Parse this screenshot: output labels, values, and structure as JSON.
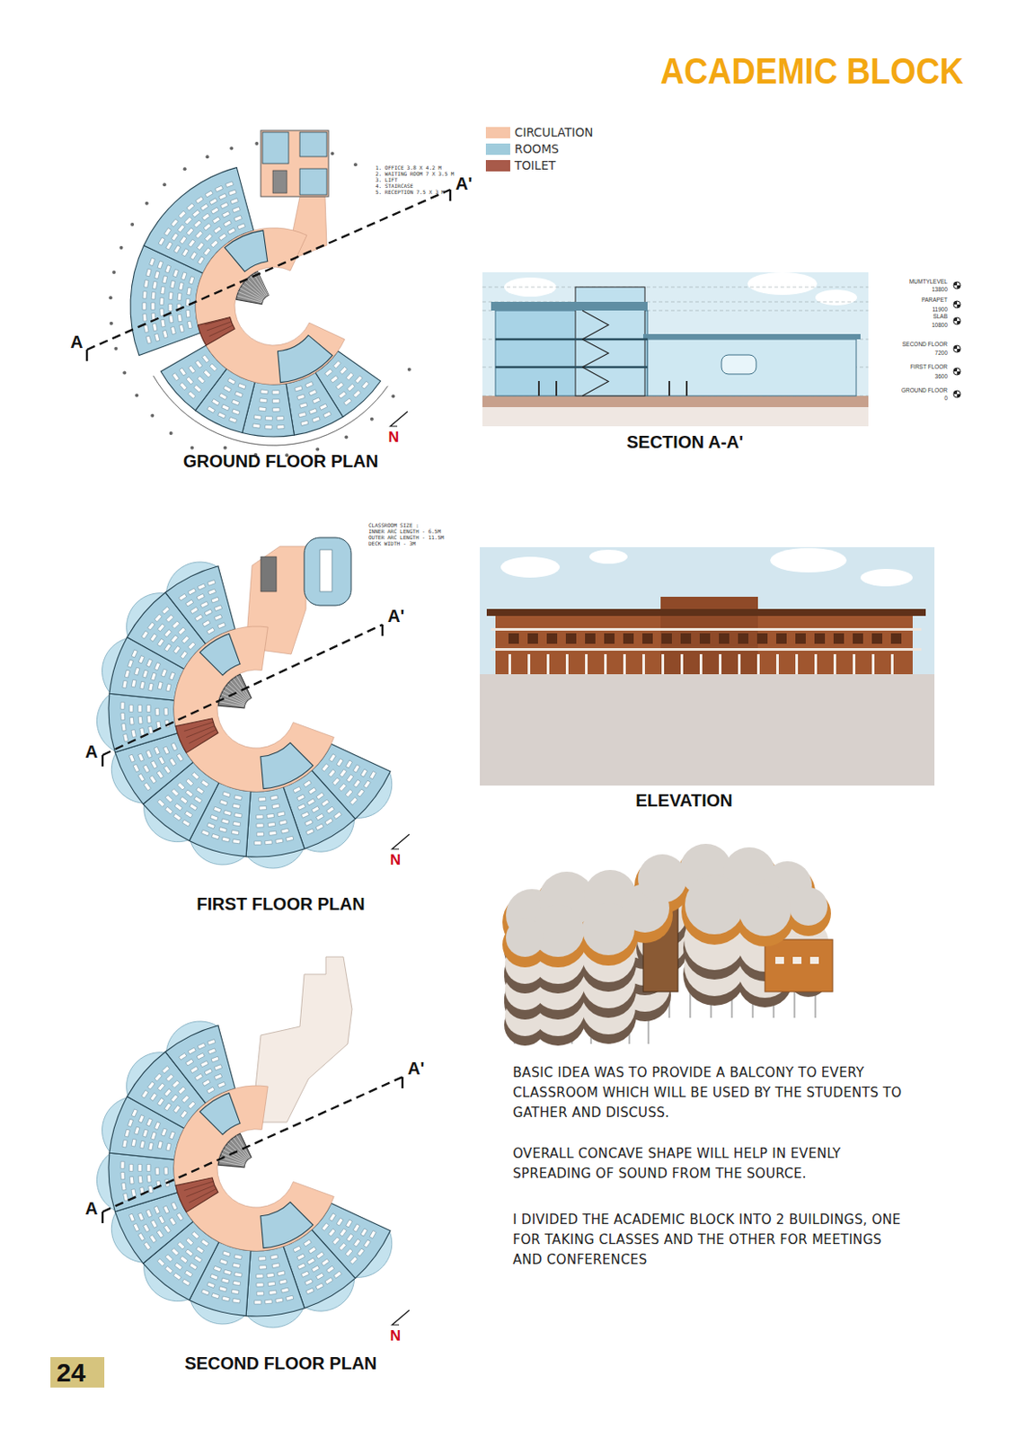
{
  "diagram": {
    "title": "ACADEMIC BLOCK",
    "nodes": [
      {
        "text": [
          "24"
        ]
      }
    ],
    "labels": [
      "A'",
      "1. OFFICE 3.8 X 4.2 M",
      "2. WAITING ROOM 7 X 3.5 M",
      "3. LIFT",
      "4. STAIRCASE",
      "5. RECEPTION 7.5 X 3 M",
      "A",
      "N",
      "GROUND FLOOR PLAN",
      "MUMTYLEVEL",
      "13800",
      "PARAPET",
      "11900",
      "SLAB",
      "10800",
      "SECOND FLOOR",
      "7200",
      "FIRST FLOOR",
      "3600",
      "GROUND FLOOR",
      "0",
      "SECTION A-A'",
      "CLASSROOM SIZE :",
      "INNER ARC LENGTH - 6.5M",
      "OUTER ARC LENGTH - 11.5M",
      "DECK WIDTH - 3M",
      "A'",
      "A",
      "N",
      "FIRST FLOOR PLAN",
      "ELEVATION",
      "BASIC IDEA WAS TO PROVIDE A BALCONY TO EVERY CLASSROOM WHICH WILL BE USED BY THE STUDENTS TO GATHER AND DISCUSS.",
      "OVERALL CONCAVE SHAPE WILL HELP IN EVENLY SPREADING OF SOUND FROM THE SOURCE.",
      "I DIVIDED THE ACADEMIC BLOCK INTO 2 BUILDINGS, ONE FOR TAKING CLASSES AND THE OTHER FOR MEETINGS AND CONFERENCES",
      "A'",
      "A",
      "N",
      "SECOND FLOOR PLAN"
    ],
    "legend": [
      {
        "text": "CIRCULATION",
        "color": "#f6c5a8"
      },
      {
        "text": "ROOMS",
        "color": "#9fcbdc"
      },
      {
        "text": "TOILET",
        "color": "#a85a4a"
      }
    ]
  }
}
